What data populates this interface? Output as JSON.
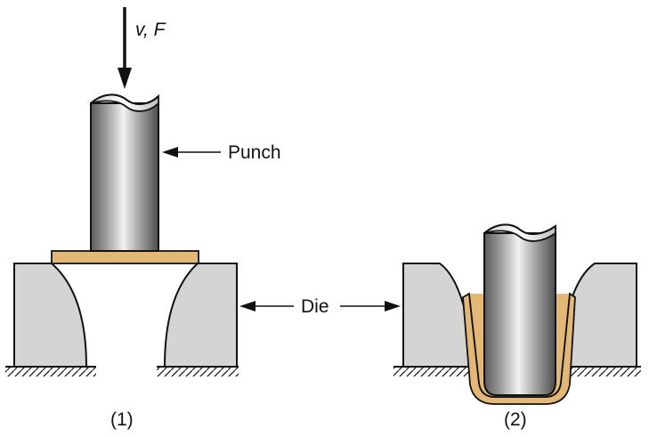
{
  "labels": {
    "velocity_force": "v, F",
    "punch": "Punch",
    "die": "Die",
    "stage1": "(1)",
    "stage2": "(2)"
  },
  "colors": {
    "sheet": "#E3B877",
    "die_fill": "#D4D4D4",
    "outline": "#111111"
  }
}
